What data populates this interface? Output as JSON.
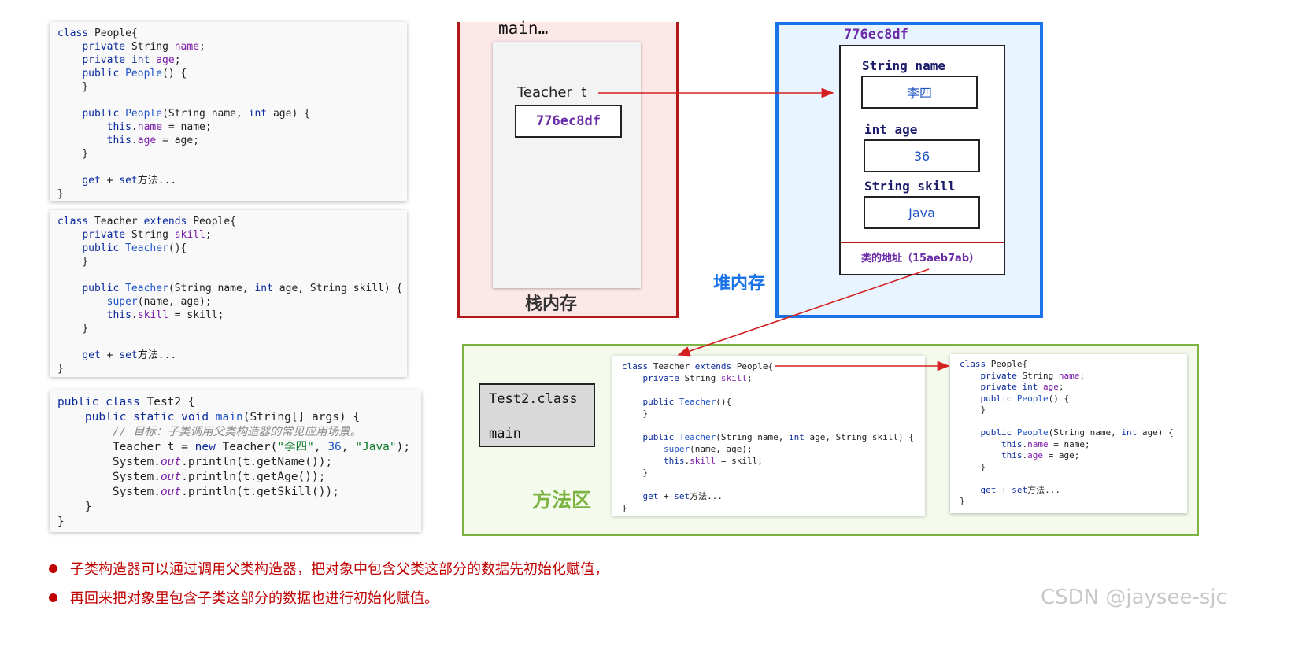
{
  "code_people": [
    "class People{",
    "    private String name;",
    "    private int age;",
    "    public People() {",
    "    }",
    "",
    "    public People(String name, int age) {",
    "        this.name = name;",
    "        this.age = age;",
    "    }",
    "",
    "    get + set方法...",
    "}"
  ],
  "code_teacher": [
    "class Teacher extends People{",
    "    private String skill;",
    "    public Teacher(){",
    "    }",
    "",
    "    public Teacher(String name, int age, String skill) {",
    "        super(name, age);",
    "        this.skill = skill;",
    "    }",
    "",
    "    get + set方法...",
    "}"
  ],
  "code_test": [
    "public class Test2 {",
    "    public static void main(String[] args) {",
    "        // 目标：子类调用父类构造器的常见应用场景。",
    "        Teacher t = new Teacher(\"李四\", 36, \"Java\");",
    "        System.out.println(t.getName());",
    "        System.out.println(t.getAge());",
    "        System.out.println(t.getSkill());",
    "    }",
    "}"
  ],
  "stack": {
    "frame_title": "main…",
    "var_label": "Teacher  t",
    "var_value": "776ec8df",
    "area_label": "栈内存",
    "border_color": "#b11818",
    "fill_color": "#fde8e8"
  },
  "heap": {
    "address": "776ec8df",
    "area_label": "堆内存",
    "fields": [
      {
        "label": "String name",
        "value": "李四"
      },
      {
        "label": "int age",
        "value": "36"
      },
      {
        "label": "String skill",
        "value": "Java"
      }
    ],
    "class_address": "类的地址（15aeb7ab）",
    "border_color": "#1a73e8",
    "fill_color": "#e8f4ff"
  },
  "method_area": {
    "area_label": "方法区",
    "box_line1": "Test2.class",
    "box_line2": "main",
    "border_color": "#7cb342",
    "fill_color": "#f4fbec"
  },
  "bullets": [
    "子类构造器可以通过调用父类构造器，把对象中包含父类这部分的数据先初始化赋值，",
    "再回来把对象里包含子类这部分的数据也进行初始化赋值。"
  ],
  "watermark": "CSDN @jaysee-sjc"
}
